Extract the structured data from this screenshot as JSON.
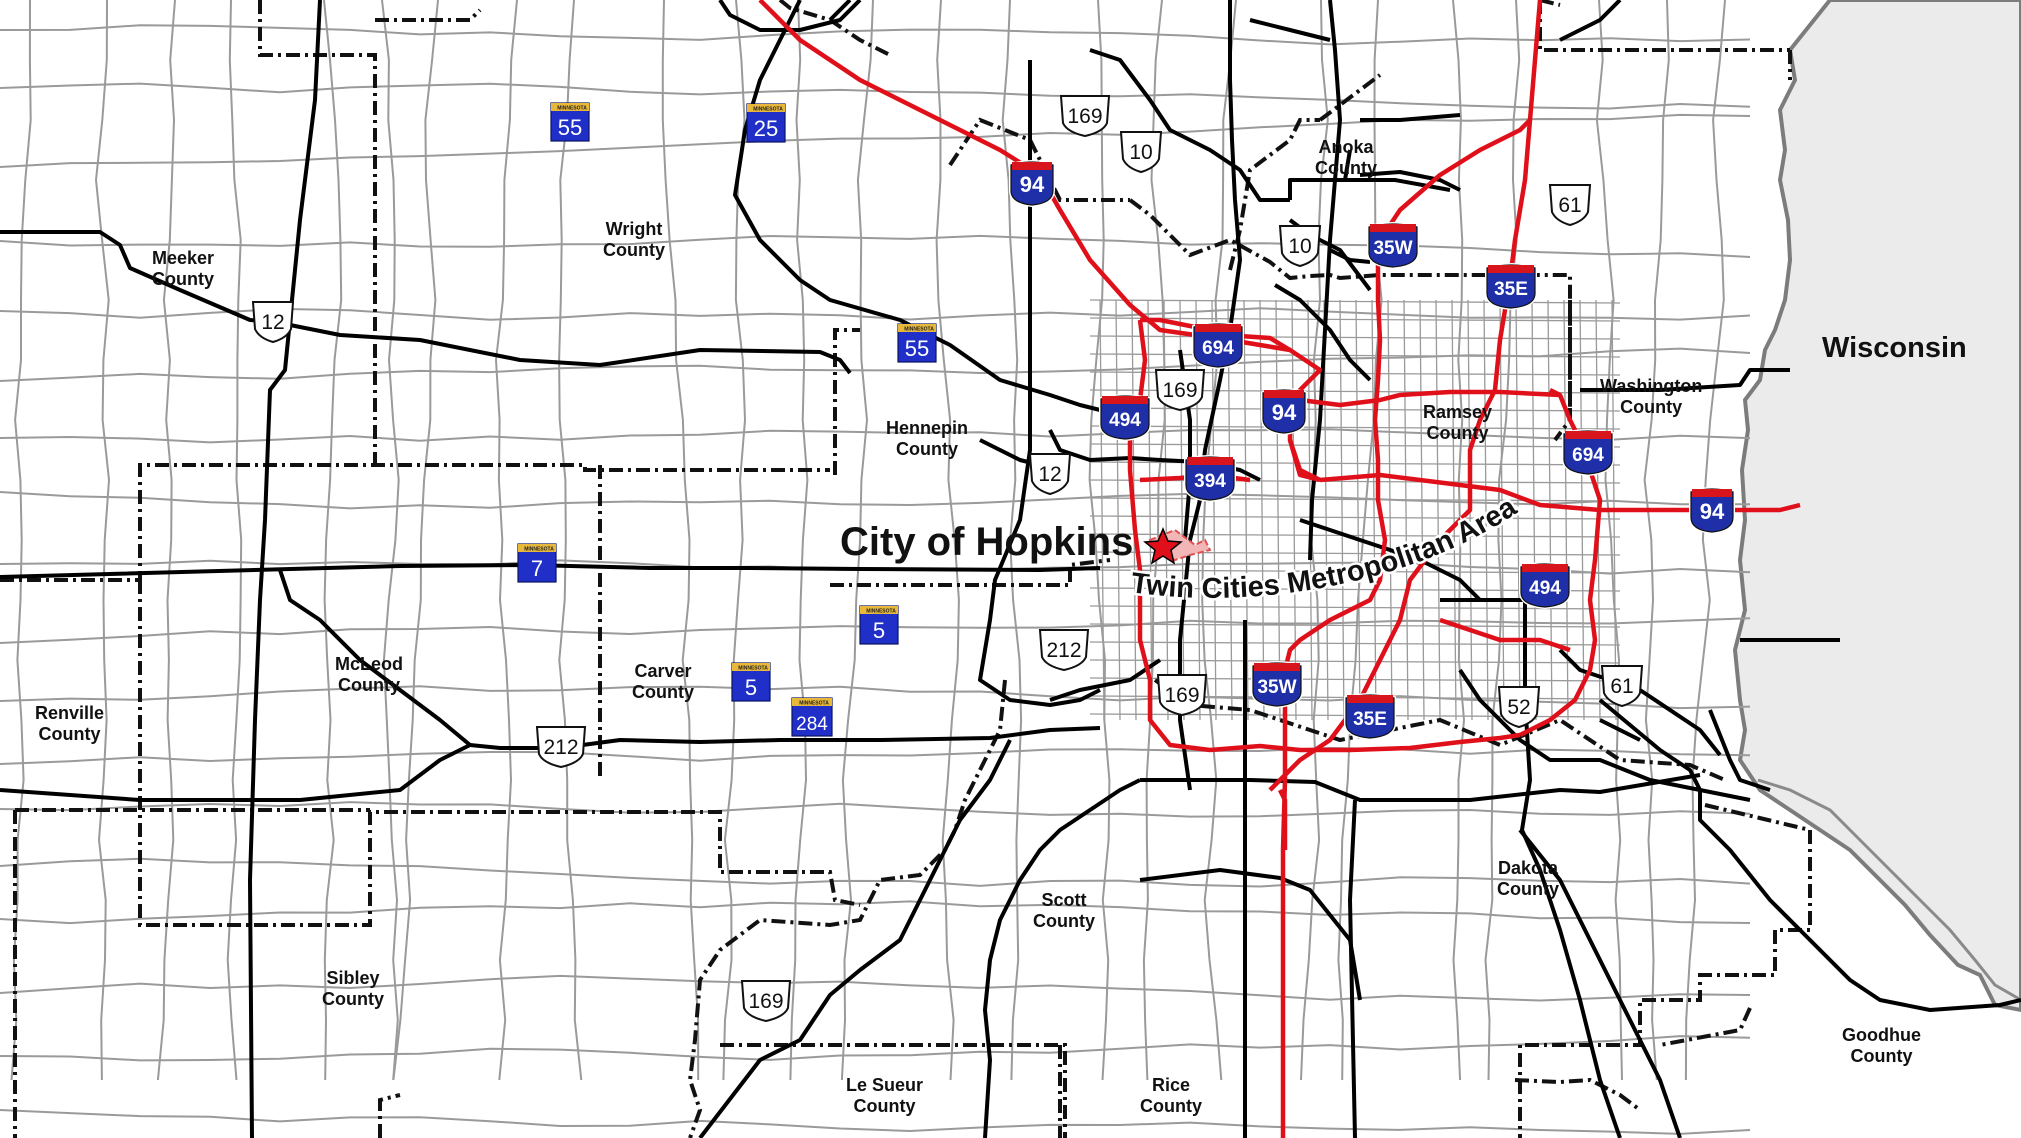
{
  "map": {
    "highlight_city": "City of Hopkins",
    "metro_area_label": "Twin Cities Metropolitan Area",
    "state_label": "Wisconsin",
    "colors": {
      "interstate_line": "#e0101a",
      "major_road": "#000000",
      "minor_road": "#9a9a9a",
      "county_boundary": "#000000",
      "water": "#ebebeb",
      "city_marker": "#e0101a",
      "interstate_shield": "#1f2fa8",
      "state_shield": "#1f2fc8"
    },
    "counties": [
      {
        "key": "meeker",
        "line1": "Meeker",
        "line2": "County"
      },
      {
        "key": "wright",
        "line1": "Wright",
        "line2": "County"
      },
      {
        "key": "anoka",
        "line1": "Anoka",
        "line2": "County"
      },
      {
        "key": "hennepin",
        "line1": "Hennepin",
        "line2": "County"
      },
      {
        "key": "ramsey",
        "line1": "Ramsey",
        "line2": "County"
      },
      {
        "key": "washington",
        "line1": "Washington",
        "line2": "County"
      },
      {
        "key": "mcleod",
        "line1": "McLeod",
        "line2": "County"
      },
      {
        "key": "carver",
        "line1": "Carver",
        "line2": "County"
      },
      {
        "key": "renville",
        "line1": "Renville",
        "line2": "County"
      },
      {
        "key": "scott",
        "line1": "Scott",
        "line2": "County"
      },
      {
        "key": "dakota",
        "line1": "Dakota",
        "line2": "County"
      },
      {
        "key": "sibley",
        "line1": "Sibley",
        "line2": "County"
      },
      {
        "key": "lesueur",
        "line1": "Le Sueur",
        "line2": "County"
      },
      {
        "key": "rice",
        "line1": "Rice",
        "line2": "County"
      },
      {
        "key": "goodhue",
        "line1": "Goodhue",
        "line2": "County"
      }
    ],
    "interstates": [
      {
        "key": "i94-nw",
        "number": "94"
      },
      {
        "key": "i35w-n",
        "number": "35W"
      },
      {
        "key": "i35e-n",
        "number": "35E"
      },
      {
        "key": "i694-w",
        "number": "694"
      },
      {
        "key": "i494-w",
        "number": "494"
      },
      {
        "key": "i94-c",
        "number": "94"
      },
      {
        "key": "i394",
        "number": "394"
      },
      {
        "key": "i694-e",
        "number": "694"
      },
      {
        "key": "i94-e",
        "number": "94"
      },
      {
        "key": "i494-e",
        "number": "494"
      },
      {
        "key": "i35w-s",
        "number": "35W"
      },
      {
        "key": "i35e-s",
        "number": "35E"
      }
    ],
    "us_routes": [
      {
        "key": "us169-n",
        "number": "169"
      },
      {
        "key": "us10-a",
        "number": "10"
      },
      {
        "key": "us10-b",
        "number": "10"
      },
      {
        "key": "us61-n",
        "number": "61"
      },
      {
        "key": "us12-w",
        "number": "12"
      },
      {
        "key": "us169-c",
        "number": "169"
      },
      {
        "key": "us12-c",
        "number": "12"
      },
      {
        "key": "us212-c",
        "number": "212"
      },
      {
        "key": "us169-s",
        "number": "169"
      },
      {
        "key": "us52",
        "number": "52"
      },
      {
        "key": "us61-s",
        "number": "61"
      },
      {
        "key": "us212-w",
        "number": "212"
      },
      {
        "key": "us169-sw",
        "number": "169"
      }
    ],
    "state_routes": [
      {
        "key": "mn55-n",
        "number": "55",
        "banner": "MINNESOTA"
      },
      {
        "key": "mn25",
        "number": "25",
        "banner": "MINNESOTA"
      },
      {
        "key": "mn55-c",
        "number": "55",
        "banner": "MINNESOTA"
      },
      {
        "key": "mn7",
        "number": "7",
        "banner": "MINNESOTA"
      },
      {
        "key": "mn5-e",
        "number": "5",
        "banner": "MINNESOTA"
      },
      {
        "key": "mn5-w",
        "number": "5",
        "banner": "MINNESOTA"
      },
      {
        "key": "mn284",
        "number": "284",
        "banner": "MINNESOTA"
      }
    ]
  }
}
